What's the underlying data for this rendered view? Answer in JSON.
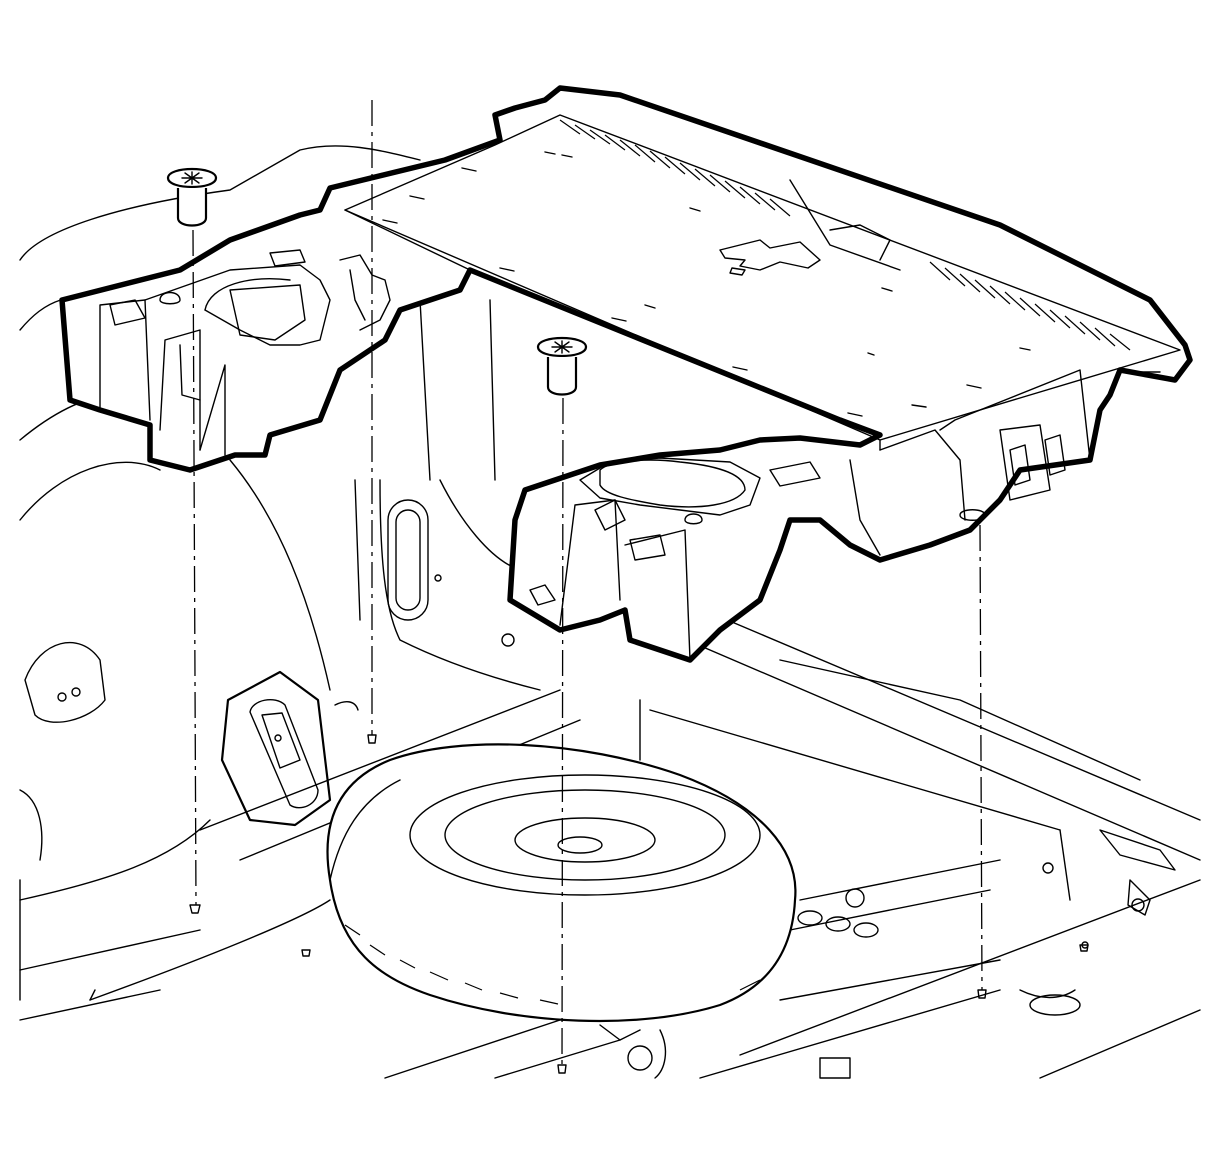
{
  "diagram": {
    "subject": "rear-compartment-trim-panel-installation",
    "fastener_icon": "push-pin-retainer-icon",
    "fastener_count": 2,
    "guide_line_count": 4,
    "colors": {
      "line": "#000000",
      "background": "#ffffff"
    }
  }
}
